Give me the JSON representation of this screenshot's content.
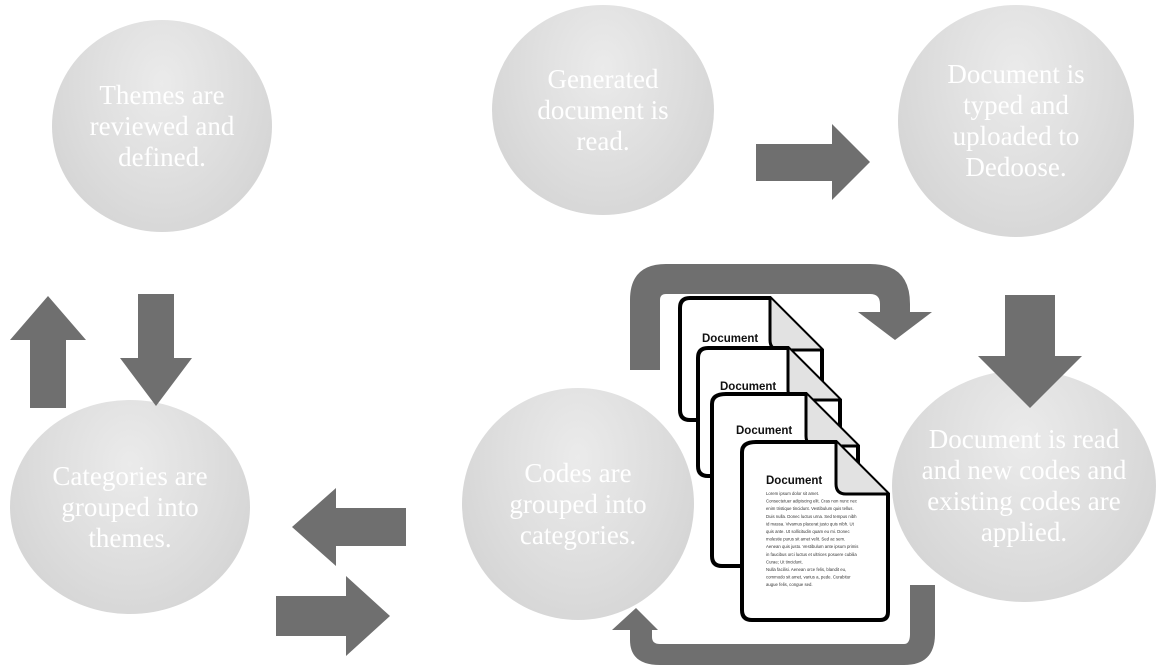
{
  "nodes": {
    "themes_defined": "Themes are reviewed and defined.",
    "generated_read": "Generated document is read.",
    "typed_uploaded": "Document is typed and uploaded to Dedoose.",
    "read_codes": "Document is read and new codes and existing codes are applied.",
    "codes_grouped": "Codes are grouped into categories.",
    "categories_grouped": "Categories are grouped into themes."
  },
  "documents": {
    "title": "Document",
    "body_lines": [
      "Lorem ipsum dolor sit amet.",
      "Consectetuer adipiscing elit. Cras non nunc nec",
      "enim tristique tincidunt. Vestibulum quis tellus.",
      "Duis nulla. Donec luctus urna. Sed tempus nibh",
      "id massa. Vivamus placerat justo quis nibh. Ut",
      "quis ante. Ut sollicitudin quam eu mi. Donec",
      "molestie purus sit amet velit. Sed ac sem.",
      "Aenean quis justo. Vestibulum ante ipsum primis",
      "in faucibus orci luctus et ultrices posuere cubilia",
      "Curae; Ut tincidunt.",
      "Nulla facilisi. Aenean orce felis, blandit eu,",
      "commodo sit amet, varius a, pede. Curabitur",
      "augue felis, congue sed."
    ]
  },
  "colors": {
    "arrow": "#6f6f6f",
    "node_text": "#ffffff",
    "node_fill": "#dcdcdc"
  }
}
